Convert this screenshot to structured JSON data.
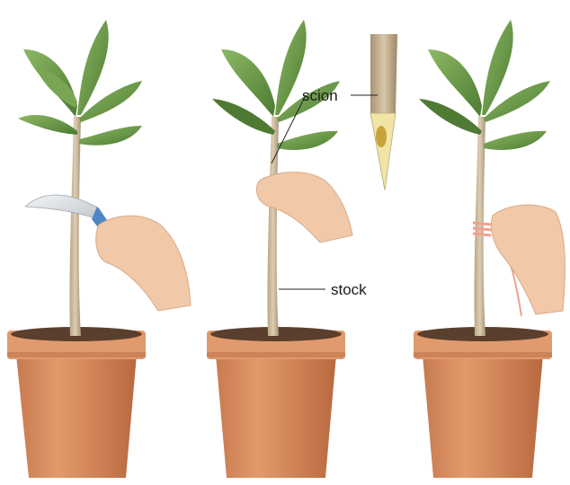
{
  "labels": {
    "scion": "scion",
    "stock": "stock"
  },
  "colors": {
    "pot": "#d98a5c",
    "pot_rim": "#e29a6c",
    "pot_shadow": "#b96c44",
    "soil": "#5a3f2e",
    "stem": "#c9b79b",
    "leaf": "#6f9a49",
    "leaf_dark": "#4f7a33",
    "knife_blade": "#dfe3e6",
    "knife_handle": "#4f86c6",
    "hand": "#f1c9a8",
    "twine": "#f3a08f"
  },
  "panels": [
    {
      "name": "cutting-panel",
      "tool": "knife"
    },
    {
      "name": "inserting-panel",
      "tool": "scion-detail"
    },
    {
      "name": "binding-panel",
      "tool": "twine"
    }
  ]
}
